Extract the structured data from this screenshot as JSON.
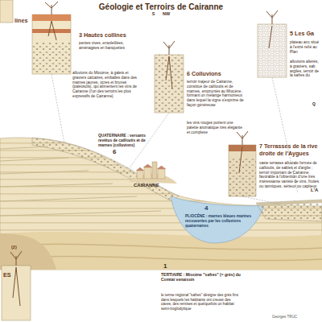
{
  "diagram": {
    "title": "Géologie et Terroirs de Cairanne",
    "nodes": [
      {
        "text": [
          "3 Hautes collines",
          "pentes vives, ensoleillées, aménagées en banquettes",
          "alluvions du Miocène, à galets et graviers calcaires, emballés dans des marnes jaunes, ocres et brunes (paléosols), qui alimentent les vins de Cairanne (l'un des terroirs les plus expressifs de Cairanne)"
        ]
      },
      {
        "text": [
          "6 Colluvions",
          "terroir majeur de Cairanne, constitué de cailloutis et de marnes, empruntés au Miocène, formant un mélange harmonieux dans lequel la vigne s'exprime de façon généreuse",
          "les vins rouges portent une palette aromatique très élégante et complexe"
        ]
      },
      {
        "text": [
          "5 Les Ga",
          "plateau anc situé à l'extré relié au Plan",
          "alluvions altérés, à graviers, sab argiles, terroir de la safres du"
        ]
      },
      {
        "text": [
          "7 Terrasses de la rive droite de l'Aygues",
          "vaste terrasse alluviale formée de cailloutis, de sables et d'argile ; terroir important de Cairanne, favorable à l'obtention d'une très intéressante variété de vins, fruités ou tanniques, sérieux ou capiteux"
        ]
      }
    ],
    "labels": [
      "S NW",
      "lines",
      "QUATERNAIRE : versants revêtus de cailloutis et de marnes (colluvions)",
      "6",
      "CAIRANNE",
      "Q",
      "L'A",
      "4",
      "PLIOCÈNE : marnes bleues marines recouvertes par les colluvions quaternaires",
      "1",
      "TERTIAIRE : Miocène \"safres\" (= grès) du Comtat venaissin",
      "le terme régional \"safres\" désigne des grès fins dans lesquels les habitants ont creusé des caves, des remises et quelquefois un habitat semi-troglodytique",
      "(2)",
      "ES",
      "Georges TRUC"
    ]
  }
}
